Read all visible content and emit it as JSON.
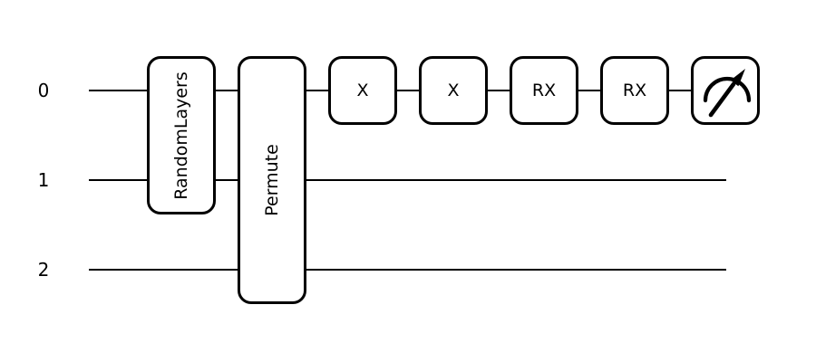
{
  "circuit": {
    "wire_labels": [
      "0",
      "1",
      "2"
    ],
    "gates": [
      {
        "label": "RandomLayers",
        "wires": [
          0,
          1
        ],
        "orientation": "vertical"
      },
      {
        "label": "Permute",
        "wires": [
          0,
          1,
          2
        ],
        "orientation": "vertical"
      },
      {
        "label": "X",
        "wires": [
          0
        ]
      },
      {
        "label": "X",
        "wires": [
          0
        ]
      },
      {
        "label": "RX",
        "wires": [
          0
        ]
      },
      {
        "label": "RX",
        "wires": [
          0
        ]
      },
      {
        "type": "measurement",
        "icon": "measurement-gauge-icon",
        "wires": [
          0
        ]
      }
    ],
    "colors": {
      "ink": "#000000",
      "background": "#ffffff",
      "gate_fill": "#ffffff"
    }
  }
}
